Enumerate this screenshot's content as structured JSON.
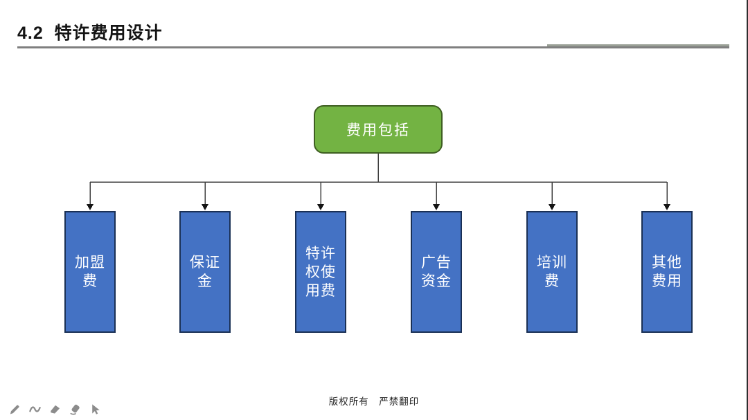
{
  "header": {
    "title": "4.2  特许费用设计"
  },
  "diagram": {
    "root": {
      "label": "费用包括"
    },
    "children": [
      {
        "label": "加盟\n费"
      },
      {
        "label": "保证\n金"
      },
      {
        "label": "特许\n权使\n用费"
      },
      {
        "label": "广告\n资金"
      },
      {
        "label": "培训\n费"
      },
      {
        "label": "其他\n费用"
      }
    ]
  },
  "footer": {
    "copyright": "版权所有　严禁翻印"
  },
  "toolbar": {
    "tools": [
      {
        "name": "pen"
      },
      {
        "name": "curve"
      },
      {
        "name": "marker"
      },
      {
        "name": "eraser"
      },
      {
        "name": "pointer"
      }
    ]
  },
  "colors": {
    "root_fill": "#73b343",
    "root_border": "#3e5e21",
    "node_fill": "#4472c4",
    "node_border": "#1a3055",
    "connector": "#404040",
    "title_rule": "#7f7f7f",
    "icon_gray": "#8c8c8c"
  }
}
